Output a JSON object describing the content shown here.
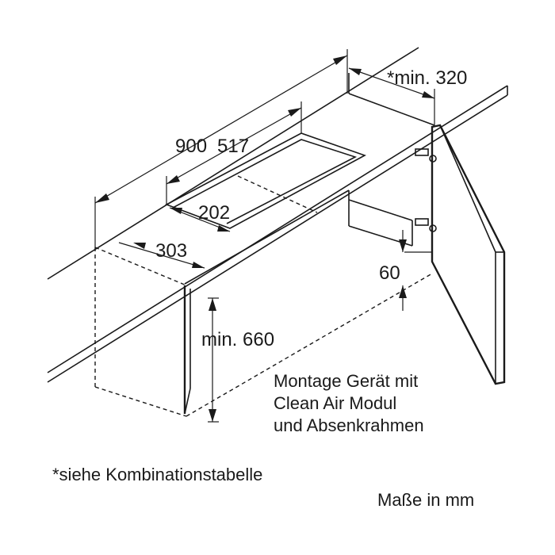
{
  "dimensions": {
    "width_900": "900",
    "width_517": "517",
    "depth_202": "202",
    "offset_303": "303",
    "min_320": "*min. 320",
    "gap_60": "60",
    "min_660": "min. 660"
  },
  "caption": {
    "line1": "Montage Gerät mit",
    "line2": "Clean Air Modul",
    "line3": "und Absenkrahmen"
  },
  "footnote": "*siehe Kombinationstabelle",
  "units_note": "Maße in mm"
}
